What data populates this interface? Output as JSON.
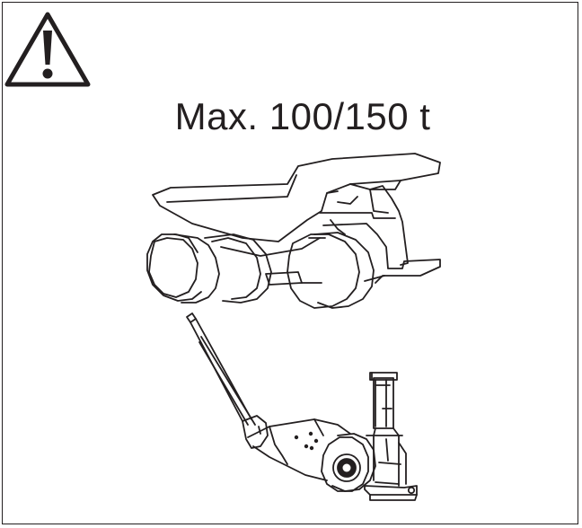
{
  "label": {
    "capacity": "Max. 100/150 t"
  },
  "icons": {
    "warning": "warning-triangle-icon",
    "truck": "dump-truck-illustration",
    "jack": "air-hydraulic-jack-illustration"
  },
  "colors": {
    "stroke": "#231f20",
    "background": "#ffffff"
  }
}
